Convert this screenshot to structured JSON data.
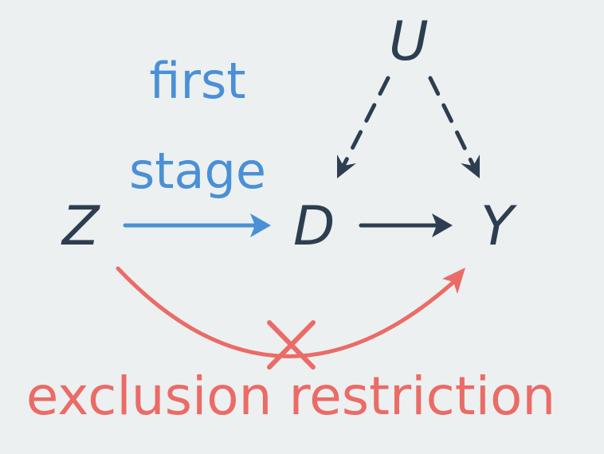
{
  "nodes": {
    "z": "Z",
    "d": "D",
    "y": "Y",
    "u": "U"
  },
  "labels": {
    "first_stage_line1": "first",
    "first_stage_line2": "stage",
    "exclusion_restriction": "exclusion restriction"
  },
  "colors": {
    "background": "#ecf0f1",
    "dark": "#2c3e50",
    "blue": "#4a90d6",
    "red": "#eb6b66"
  }
}
